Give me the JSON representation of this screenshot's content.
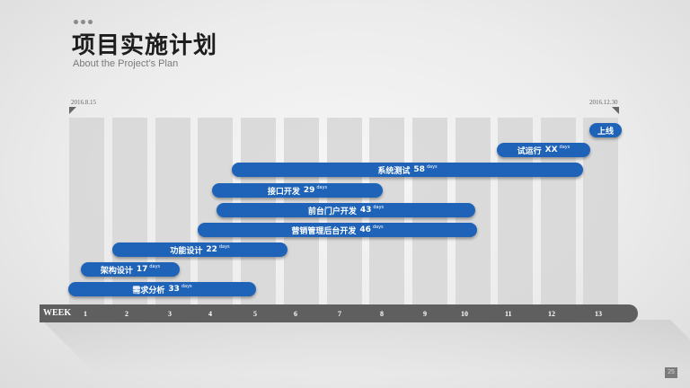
{
  "header": {
    "title": "项目实施计划",
    "subtitle": "About the Project’s Plan"
  },
  "dates": {
    "start": "2016.8.15",
    "end": "2016.12.30"
  },
  "tasks": [
    {
      "label": "上线",
      "value": "",
      "unit": ""
    },
    {
      "label": "试运行",
      "value": "XX",
      "unit": "days"
    },
    {
      "label": "系统测试",
      "value": "58",
      "unit": "days"
    },
    {
      "label": "接口开发",
      "value": "29",
      "unit": "days"
    },
    {
      "label": "前台门户开发",
      "value": "43",
      "unit": "days"
    },
    {
      "label": "营销管理后台开发",
      "value": "46",
      "unit": "days"
    },
    {
      "label": "功能设计",
      "value": "22",
      "unit": "days"
    },
    {
      "label": "架构设计",
      "value": "17",
      "unit": "days"
    },
    {
      "label": "需求分析",
      "value": "33",
      "unit": "days"
    }
  ],
  "timeline": {
    "label": "WEEK",
    "weeks": [
      "1",
      "2",
      "3",
      "4",
      "5",
      "6",
      "7",
      "8",
      "9",
      "10",
      "11",
      "12",
      "13"
    ]
  },
  "page_number": "25",
  "colors": {
    "bar": "#1e63b8",
    "timeline": "#5f5f5f"
  }
}
